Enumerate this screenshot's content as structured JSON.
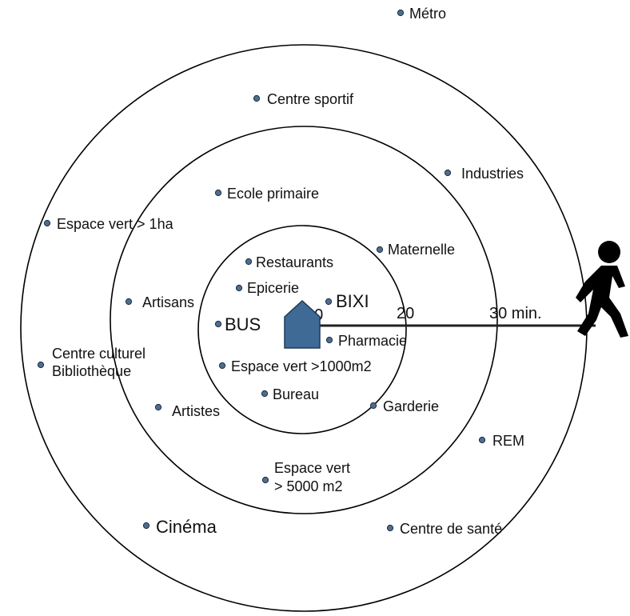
{
  "colors": {
    "background": "#ffffff",
    "line": "#000000",
    "dot": "#4f6d8f",
    "dot_outline": "#1c2c3e",
    "house": "#3f6a96",
    "house_outline": "#1f3a57",
    "walker": "#000000"
  },
  "icons": {
    "home": "house-icon",
    "walker": "walking-person-icon"
  },
  "rings": {
    "r10_label": "10",
    "r20_label": "20",
    "r30_label": "30 min."
  },
  "places": {
    "metro": "Métro",
    "centre_sportif": "Centre sportif",
    "industries": "Industries",
    "ecole_primaire": "Ecole primaire",
    "espace_vert_1ha": "Espace vert > 1ha",
    "maternelle": "Maternelle",
    "restaurants": "Restaurants",
    "epicerie": "Epicerie",
    "bixi": "BIXI",
    "artisans": "Artisans",
    "bus": "BUS",
    "pharmacie": "Pharmacie",
    "centre_culturel": "Centre culturel",
    "bibliotheque": "Bibliothèque",
    "espace_vert_1000": "Espace vert >1000m2",
    "bureau": "Bureau",
    "garderie": "Garderie",
    "artistes": "Artistes",
    "rem": "REM",
    "espace_vert_5000_line1": "Espace vert",
    "espace_vert_5000_line2": "> 5000 m2",
    "cinema": "Cinéma",
    "centre_sante": "Centre de santé"
  }
}
